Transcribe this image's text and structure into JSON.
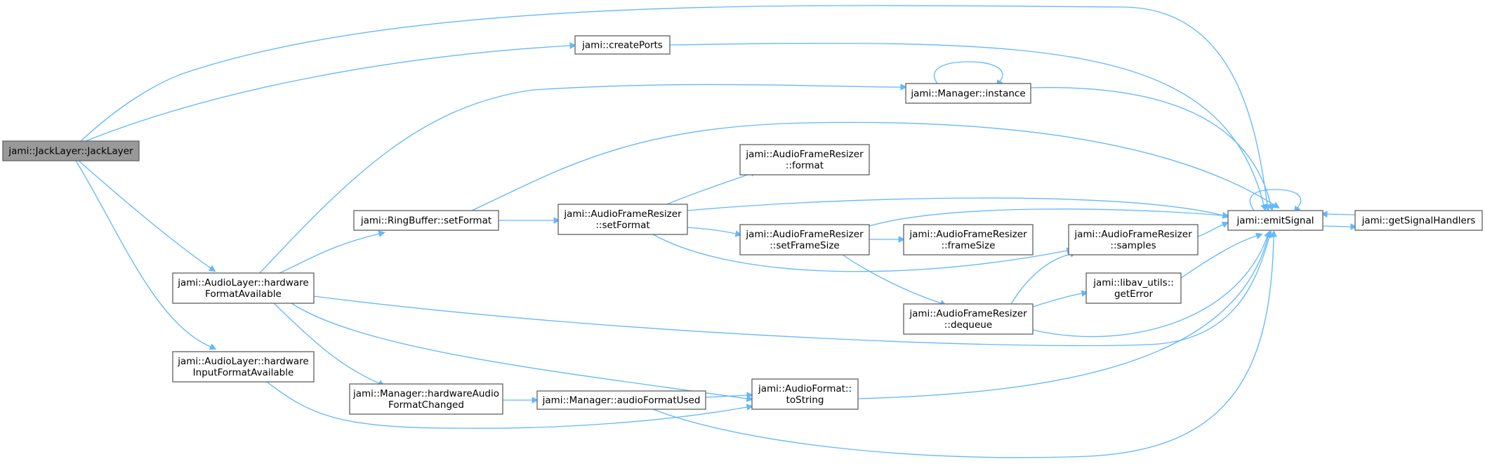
{
  "nodes": [
    {
      "id": "jacklayer",
      "lines": [
        "jami::JackLayer::JackLayer"
      ],
      "root": true
    },
    {
      "id": "createports",
      "lines": [
        "jami::createPorts"
      ]
    },
    {
      "id": "instance",
      "lines": [
        "jami::Manager::instance"
      ]
    },
    {
      "id": "resizer-format",
      "lines": [
        "jami::AudioFrameResizer",
        "::format"
      ]
    },
    {
      "id": "ringbuffer-setformat",
      "lines": [
        "jami::RingBuffer::setFormat"
      ]
    },
    {
      "id": "resizer-setformat",
      "lines": [
        "jami::AudioFrameResizer",
        "::setFormat"
      ]
    },
    {
      "id": "resizer-setframesize",
      "lines": [
        "jami::AudioFrameResizer",
        "::setFrameSize"
      ]
    },
    {
      "id": "resizer-framesize",
      "lines": [
        "jami::AudioFrameResizer",
        "::frameSize"
      ]
    },
    {
      "id": "resizer-samples",
      "lines": [
        "jami::AudioFrameResizer",
        "::samples"
      ]
    },
    {
      "id": "emitsignal",
      "lines": [
        "jami::emitSignal"
      ]
    },
    {
      "id": "getsignalhandlers",
      "lines": [
        "jami::getSignalHandlers"
      ]
    },
    {
      "id": "hw-format-available",
      "lines": [
        "jami::AudioLayer::hardware",
        "FormatAvailable"
      ]
    },
    {
      "id": "geterror",
      "lines": [
        "jami::libav_utils::",
        "getError"
      ]
    },
    {
      "id": "resizer-dequeue",
      "lines": [
        "jami::AudioFrameResizer",
        "::dequeue"
      ]
    },
    {
      "id": "hw-input-format-available",
      "lines": [
        "jami::AudioLayer::hardware",
        "InputFormatAvailable"
      ]
    },
    {
      "id": "hw-audio-format-changed",
      "lines": [
        "jami::Manager::hardwareAudio",
        "FormatChanged"
      ]
    },
    {
      "id": "audio-format-used",
      "lines": [
        "jami::Manager::audioFormatUsed"
      ]
    },
    {
      "id": "audioformat-tostring",
      "lines": [
        "jami::AudioFormat::",
        "toString"
      ]
    }
  ],
  "edges": [
    [
      "jacklayer",
      "createports"
    ],
    [
      "jacklayer",
      "emitsignal"
    ],
    [
      "jacklayer",
      "hw-format-available"
    ],
    [
      "jacklayer",
      "hw-input-format-available"
    ],
    [
      "createports",
      "emitsignal"
    ],
    [
      "instance",
      "instance"
    ],
    [
      "instance",
      "emitsignal"
    ],
    [
      "hw-format-available",
      "instance"
    ],
    [
      "hw-format-available",
      "ringbuffer-setformat"
    ],
    [
      "hw-format-available",
      "emitsignal"
    ],
    [
      "hw-format-available",
      "hw-audio-format-changed"
    ],
    [
      "hw-format-available",
      "audioformat-tostring"
    ],
    [
      "ringbuffer-setformat",
      "resizer-setformat"
    ],
    [
      "ringbuffer-setformat",
      "emitsignal"
    ],
    [
      "resizer-setformat",
      "resizer-format"
    ],
    [
      "resizer-setformat",
      "emitsignal"
    ],
    [
      "resizer-setformat",
      "resizer-setframesize"
    ],
    [
      "resizer-setformat",
      "resizer-samples"
    ],
    [
      "resizer-setframesize",
      "resizer-framesize"
    ],
    [
      "resizer-setframesize",
      "emitsignal"
    ],
    [
      "resizer-setframesize",
      "resizer-dequeue"
    ],
    [
      "resizer-samples",
      "emitsignal"
    ],
    [
      "resizer-dequeue",
      "resizer-samples"
    ],
    [
      "resizer-dequeue",
      "geterror"
    ],
    [
      "resizer-dequeue",
      "emitsignal"
    ],
    [
      "geterror",
      "emitsignal"
    ],
    [
      "emitsignal",
      "emitsignal"
    ],
    [
      "emitsignal",
      "getsignalhandlers"
    ],
    [
      "getsignalhandlers",
      "emitsignal"
    ],
    [
      "hw-input-format-available",
      "audioformat-tostring"
    ],
    [
      "hw-audio-format-changed",
      "audio-format-used"
    ],
    [
      "audio-format-used",
      "audioformat-tostring"
    ],
    [
      "audio-format-used",
      "emitsignal"
    ],
    [
      "audioformat-tostring",
      "emitsignal"
    ]
  ]
}
